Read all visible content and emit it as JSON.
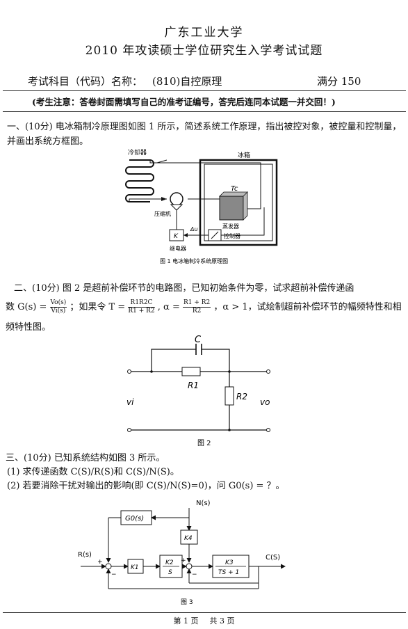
{
  "header": {
    "university": "广东工业大学",
    "exam_title": "2010 年攻读硕士学位研究生入学考试试题",
    "subject_label": "考试科目（代码）名称：",
    "subject_code": "(810)自控原理",
    "full_score": "满分 150",
    "notice": "(考生注意：答卷封面需填写自己的准考证编号，答完后连同本试题一并交回！)"
  },
  "q1": {
    "text": "一、(10分) 电冰箱制冷原理图如图 1 所示，简述系统工作原理，指出被控对象，被控量和控制量，并画出系统方框图。",
    "figure": {
      "condenser": "冷却器",
      "fridge": "冰箱",
      "temp": "Tc",
      "compressor": "压缩机",
      "evaporator": "蒸发器",
      "relay_box": "K",
      "relay": "继电器",
      "controller": "控制器",
      "delta_u": "Δu",
      "caption": "图 1  电冰箱制冷系统原理图"
    }
  },
  "q2": {
    "line1": "二、(10分) 图 2 是超前补偿环节的电路图，已知初始条件为零，试求超前补偿传递函",
    "line2_a": "数 G(s) =",
    "frac_g_num": "Vo(s)",
    "frac_g_den": "Vi(s)",
    "line2_b": "；如果令 T =",
    "frac_t_num": "R1R2C",
    "frac_t_den": "R1 + R2",
    "line2_c": ", α =",
    "frac_a_num": "R1 + R2",
    "frac_a_den": "R2",
    "line2_d": "，α > 1，试绘制超前补偿环节的幅频特性和相",
    "line3": "频特性图。",
    "figure": {
      "c": "C",
      "r1": "R1",
      "r2": "R2",
      "vi": "vi",
      "vo": "vo",
      "caption": "图 2"
    }
  },
  "q3": {
    "text": "三、(10分) 已知系统结构如图 3 所示。",
    "item1": "(1) 求传递函数 C(S)/R(S)和 C(S)/N(S)。",
    "item2": "(2) 若要消除干扰对输出的影响(即 C(S)/N(S)=0)，问 G0(s) = ？。",
    "figure": {
      "g0": "G0(s)",
      "n": "N(s)",
      "k4": "K4",
      "r": "R(s)",
      "k1": "K1",
      "k2_num": "K2",
      "k2_den": "S",
      "k3_num": "K3",
      "k3_den": "TS + 1",
      "c": "C(S)",
      "plus": "+",
      "minus": "−",
      "caption": "图 3"
    }
  },
  "footer": {
    "page": "第 1 页",
    "total": "共 3 页"
  }
}
